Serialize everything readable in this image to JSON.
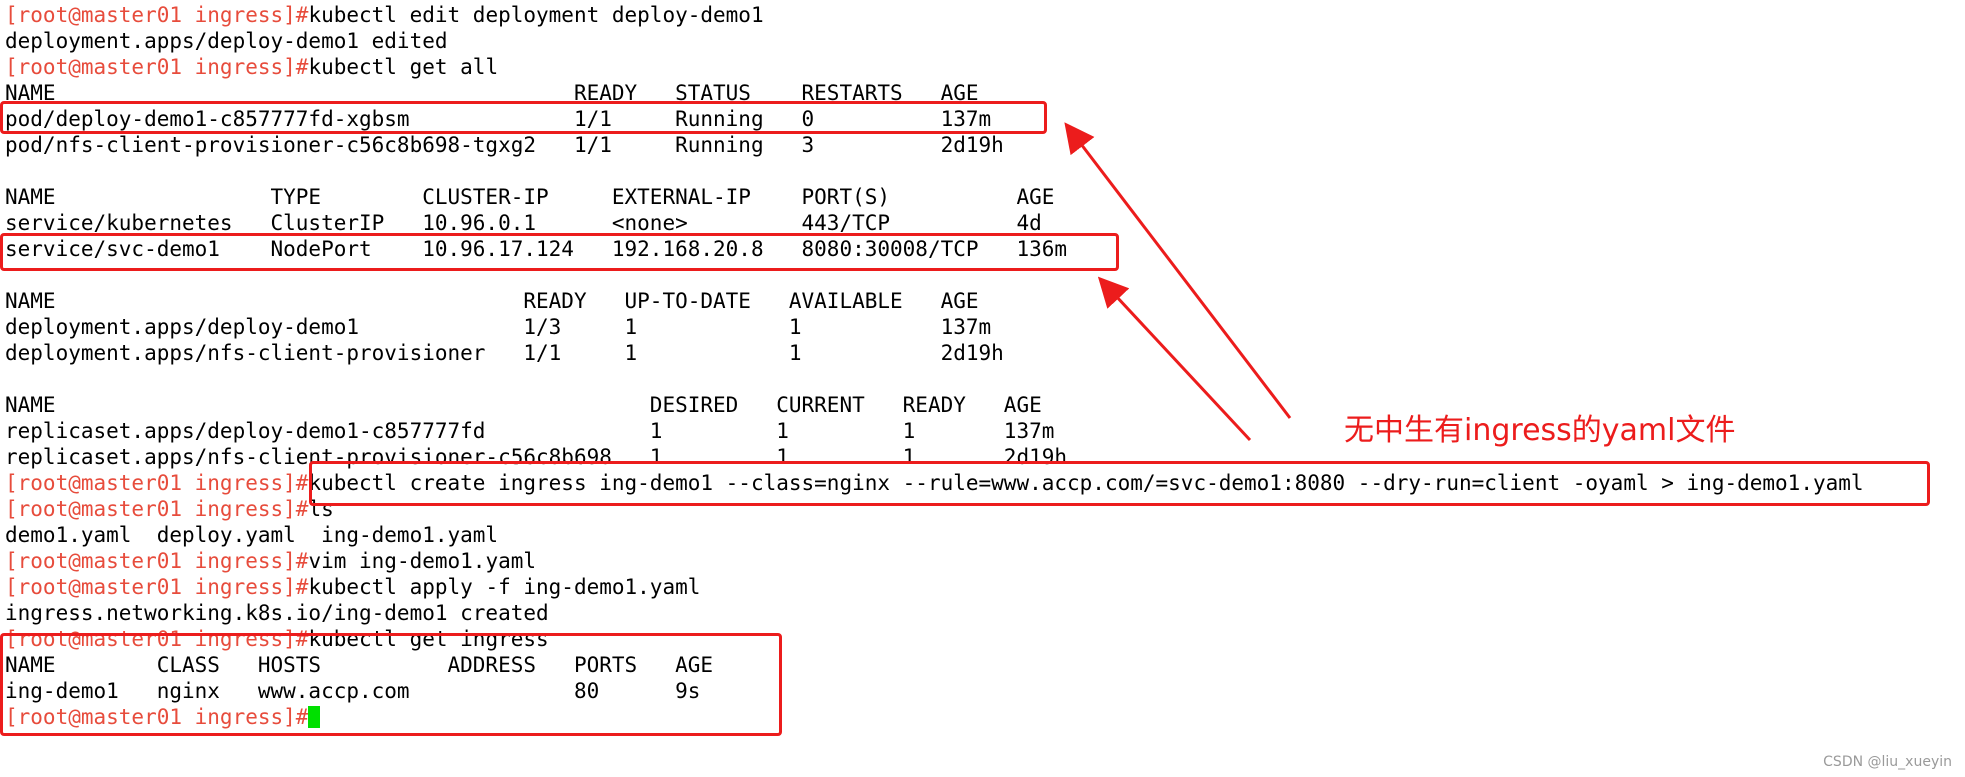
{
  "terminal": {
    "prompt": "[root@master01 ingress]#",
    "lines": [
      {
        "type": "prompt",
        "cmd": "kubectl edit deployment deploy-demo1"
      },
      {
        "type": "text",
        "text": "deployment.apps/deploy-demo1 edited"
      },
      {
        "type": "prompt",
        "cmd": "kubectl get all"
      },
      {
        "type": "text",
        "text": "NAME                                         READY   STATUS    RESTARTS   AGE"
      },
      {
        "type": "text",
        "text": "pod/deploy-demo1-c857777fd-xgbsm             1/1     Running   0          137m"
      },
      {
        "type": "text",
        "text": "pod/nfs-client-provisioner-c56c8b698-tgxg2   1/1     Running   3          2d19h"
      },
      {
        "type": "text",
        "text": ""
      },
      {
        "type": "text",
        "text": "NAME                 TYPE        CLUSTER-IP     EXTERNAL-IP    PORT(S)          AGE"
      },
      {
        "type": "text",
        "text": "service/kubernetes   ClusterIP   10.96.0.1      <none>         443/TCP          4d"
      },
      {
        "type": "text",
        "text": "service/svc-demo1    NodePort    10.96.17.124   192.168.20.8   8080:30008/TCP   136m"
      },
      {
        "type": "text",
        "text": ""
      },
      {
        "type": "text",
        "text": "NAME                                     READY   UP-TO-DATE   AVAILABLE   AGE"
      },
      {
        "type": "text",
        "text": "deployment.apps/deploy-demo1             1/3     1            1           137m"
      },
      {
        "type": "text",
        "text": "deployment.apps/nfs-client-provisioner   1/1     1            1           2d19h"
      },
      {
        "type": "text",
        "text": ""
      },
      {
        "type": "text",
        "text": "NAME                                               DESIRED   CURRENT   READY   AGE"
      },
      {
        "type": "text",
        "text": "replicaset.apps/deploy-demo1-c857777fd             1         1         1       137m"
      },
      {
        "type": "text",
        "text": "replicaset.apps/nfs-client-provisioner-c56c8b698   1         1         1       2d19h"
      },
      {
        "type": "prompt",
        "cmd": "kubectl create ingress ing-demo1 --class=nginx --rule=www.accp.com/=svc-demo1:8080 --dry-run=client -oyaml > ing-demo1.yaml"
      },
      {
        "type": "prompt",
        "cmd": "ls"
      },
      {
        "type": "text",
        "text": "demo1.yaml  deploy.yaml  ing-demo1.yaml"
      },
      {
        "type": "prompt",
        "cmd": "vim ing-demo1.yaml"
      },
      {
        "type": "prompt",
        "cmd": "kubectl apply -f ing-demo1.yaml"
      },
      {
        "type": "text",
        "text": "ingress.networking.k8s.io/ing-demo1 created"
      },
      {
        "type": "prompt",
        "cmd": "kubectl get ingress"
      },
      {
        "type": "text",
        "text": "NAME        CLASS   HOSTS          ADDRESS   PORTS   AGE"
      },
      {
        "type": "text",
        "text": "ing-demo1   nginx   www.accp.com             80      9s"
      },
      {
        "type": "prompt",
        "cmd": "",
        "cursor": true
      }
    ]
  },
  "annotation": {
    "text": "无中生有ingress的yaml文件"
  },
  "watermark": {
    "text": "CSDN @liu_xueyin"
  },
  "colors": {
    "prompt": "#e74c3c",
    "highlight_box": "#ec1c1c",
    "cursor": "#00e000",
    "text": "#000000",
    "background": "#ffffff"
  }
}
